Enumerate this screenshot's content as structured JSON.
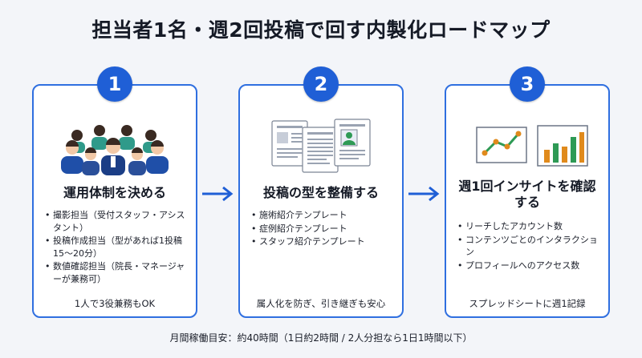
{
  "title": "担当者1名・週2回投稿で回す内製化ロードマップ",
  "steps": [
    {
      "number": "1",
      "title": "運用体制を決める",
      "items": [
        "撮影担当（受付スタッフ・アシスタント）",
        "投稿作成担当（型があれば1投稿15〜20分）",
        "数値確認担当（院長・マネージャーが兼務可）"
      ],
      "note": "1人で3役兼務もOK"
    },
    {
      "number": "2",
      "title": "投稿の型を整備する",
      "items": [
        "施術紹介テンプレート",
        "症例紹介テンプレート",
        "スタッフ紹介テンプレート"
      ],
      "note": "属人化を防ぎ、引き継ぎも安心"
    },
    {
      "number": "3",
      "title": "週1回インサイトを確認する",
      "items": [
        "リーチしたアカウント数",
        "コンテンツごとのインタラクション",
        "プロフィールへのアクセス数"
      ],
      "note": "スプレッドシートに週1記録"
    }
  ],
  "bottom_note": "月間稼働目安：約40時間（1日約2時間 / 2人分担なら1日1時間以下）",
  "icons": {
    "step1": "people-group-icon",
    "step2": "document-templates-icon",
    "step3": "charts-icon",
    "arrow": "arrow-right-icon"
  },
  "colors": {
    "accent": "#1f5fd6",
    "card_border": "#2f6fe0",
    "chart_green": "#2e9a55",
    "chart_orange": "#e08a1c"
  }
}
